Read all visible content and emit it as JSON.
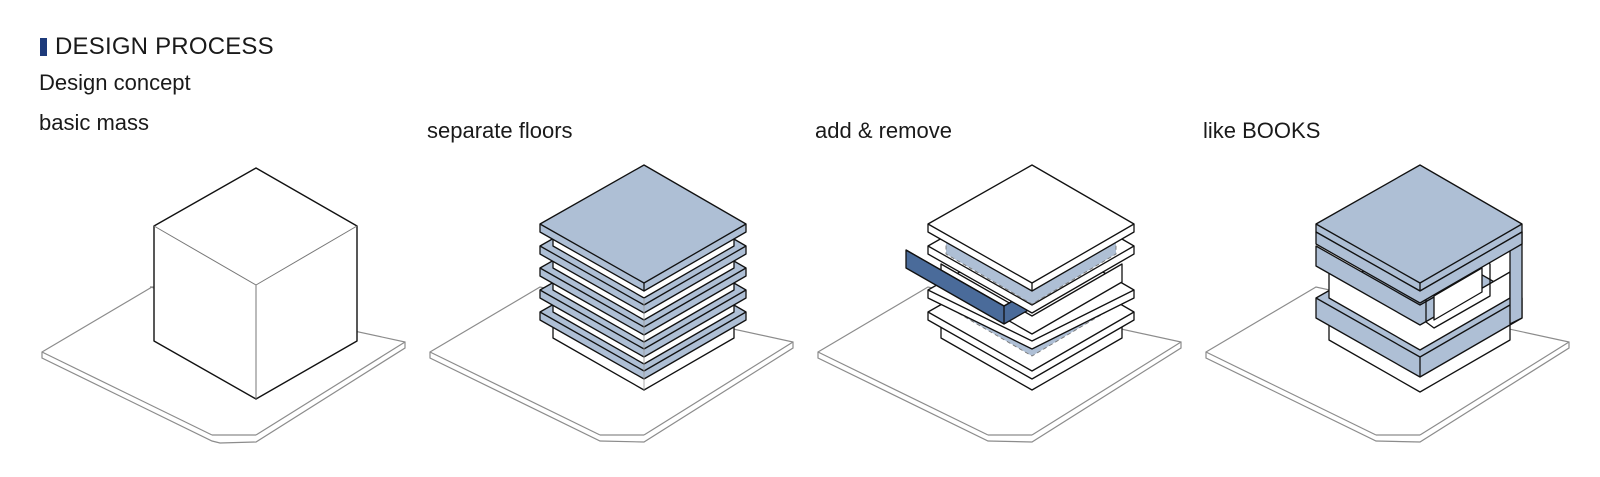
{
  "header": {
    "title": "DESIGN PROCESS",
    "subtitle": "Design concept"
  },
  "stages": [
    {
      "label": "basic mass"
    },
    {
      "label": "separate floors"
    },
    {
      "label": "add & remove"
    },
    {
      "label": "like BOOKS"
    }
  ],
  "colors": {
    "accent_bar": "#1d3a7a",
    "light_blue": "#aebfd5",
    "dark_blue": "#4a6b9a",
    "line": "#111111",
    "site_line": "#8c8c8c"
  }
}
